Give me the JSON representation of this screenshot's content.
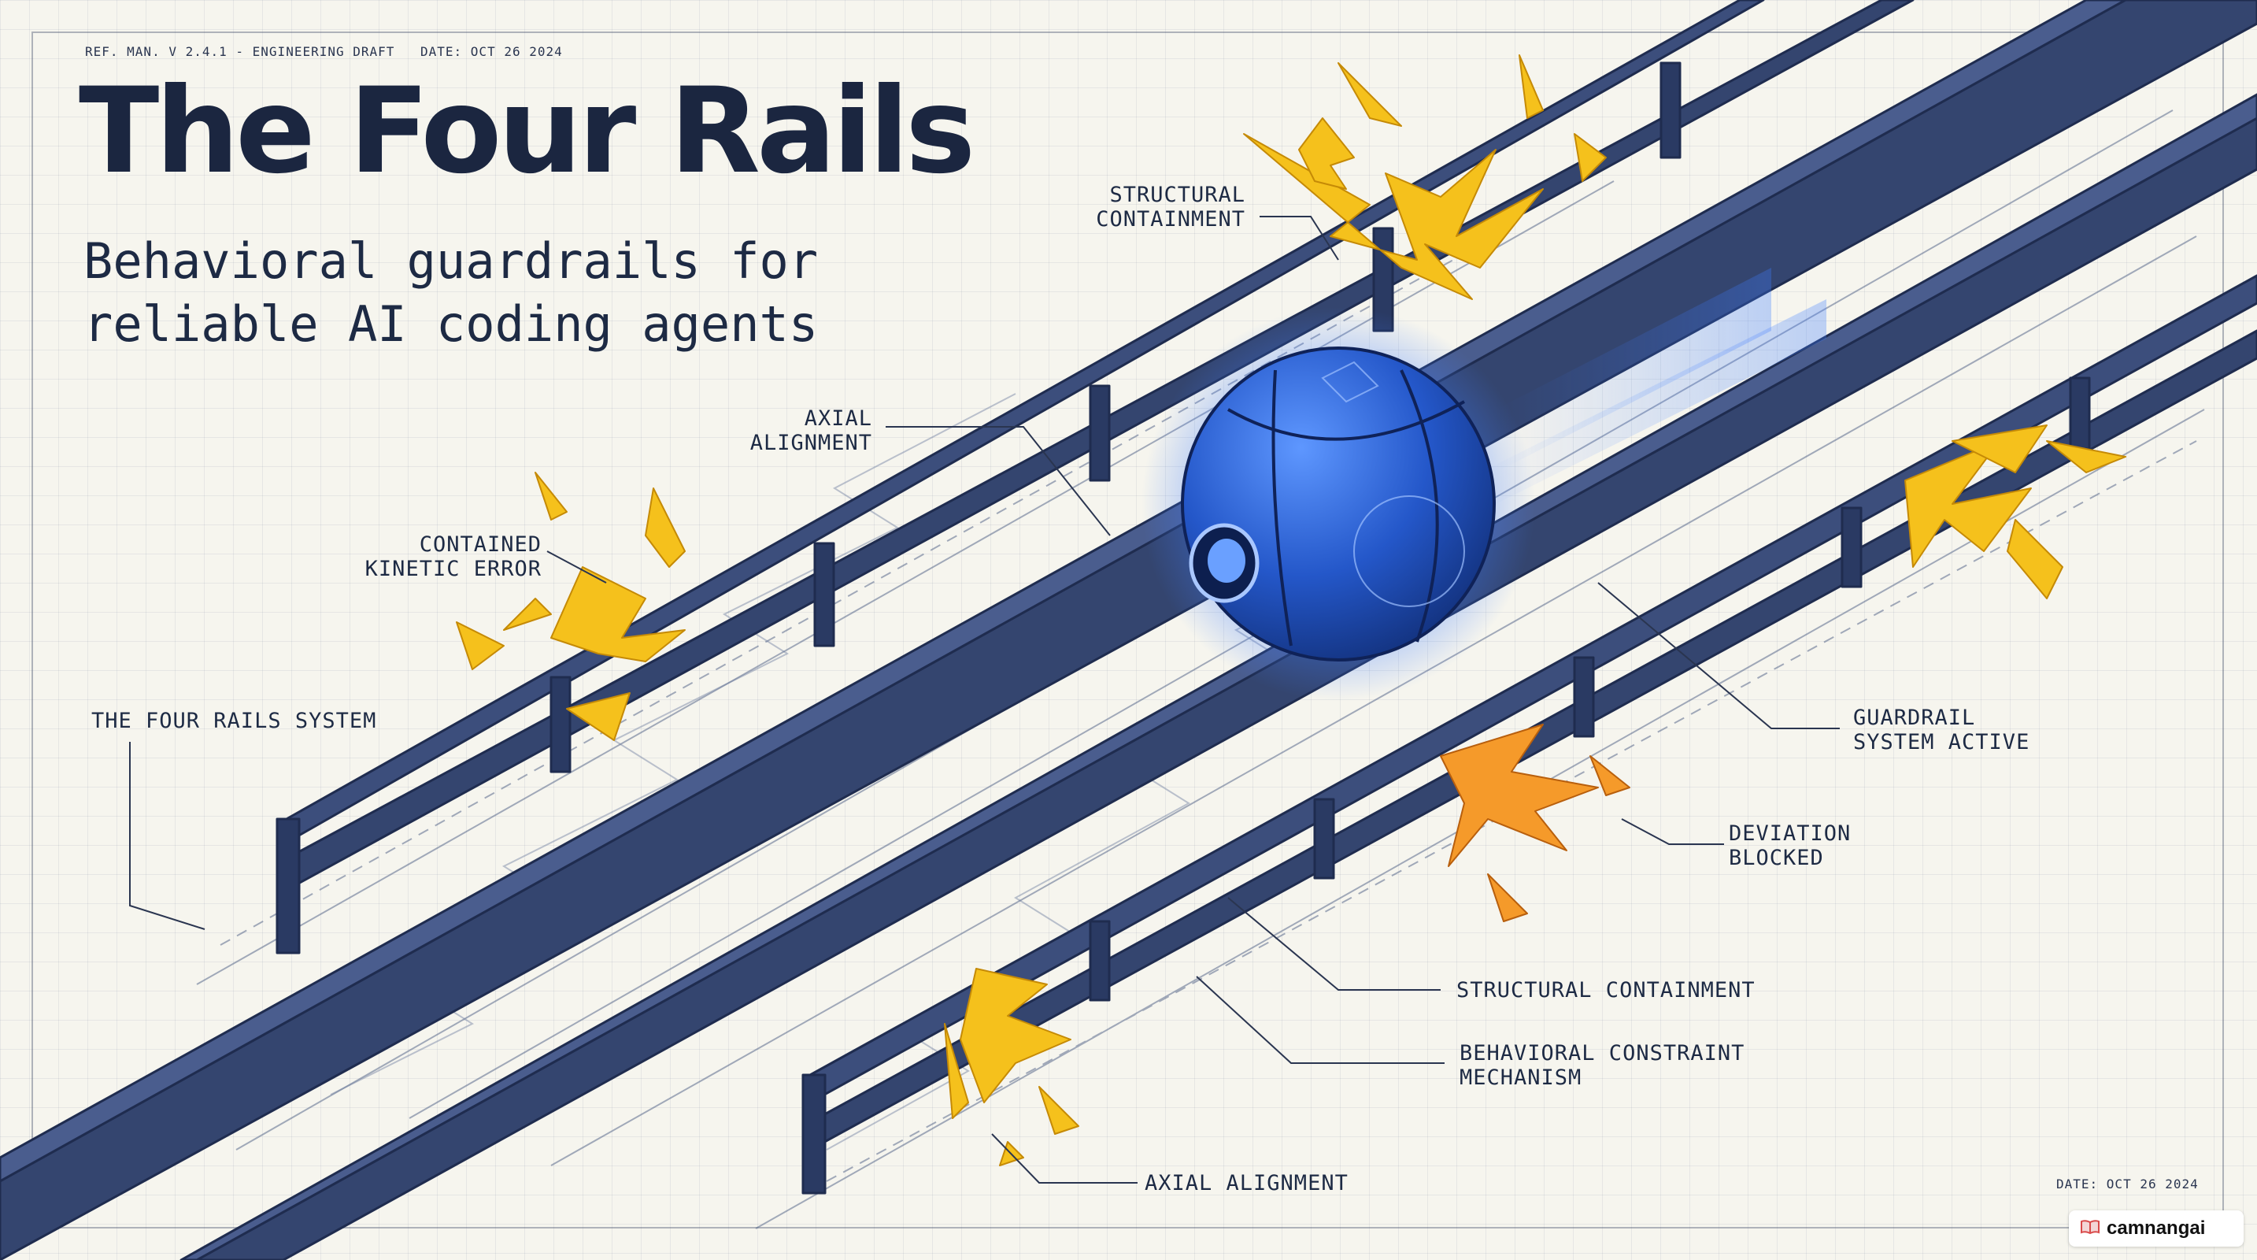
{
  "header": {
    "ref": "REF. MAN. V 2.4.1 - ENGINEERING DRAFT",
    "date": "DATE: OCT 26 2024"
  },
  "title": "The Four Rails",
  "subtitle": {
    "line1": "Behavioral guardrails for",
    "line2": "reliable AI coding agents"
  },
  "labels": {
    "structural_containment_top": {
      "line1": "STRUCTURAL",
      "line2": "CONTAINMENT"
    },
    "axial_alignment_top": {
      "line1": "AXIAL",
      "line2": "ALIGNMENT"
    },
    "contained_kinetic_error": {
      "line1": "CONTAINED",
      "line2": "KINETIC ERROR"
    },
    "four_rails_system": "THE FOUR RAILS SYSTEM",
    "guardrail_system_active": {
      "line1": "GUARDRAIL",
      "line2": "SYSTEM ACTIVE"
    },
    "deviation_blocked": {
      "line1": "DEVIATION",
      "line2": "BLOCKED"
    },
    "structural_containment_bottom": "STRUCTURAL CONTAINMENT",
    "behavioral_constraint": {
      "line1": "BEHAVIORAL CONSTRAINT",
      "line2": "MECHANISM"
    },
    "axial_alignment_bottom": "AXIAL ALIGNMENT"
  },
  "footer": {
    "date": "DATE: OCT 26 2024"
  },
  "brand": {
    "name": "camnangai",
    "icon": "book-icon"
  },
  "colors": {
    "rail": "#34456f",
    "rail_dark": "#1f2c4f",
    "ball": "#2457c9",
    "ball_glow": "#3f7dff",
    "spark": "#f5c11c",
    "spark_orange": "#f59a2a",
    "ink": "#1d2a44"
  }
}
